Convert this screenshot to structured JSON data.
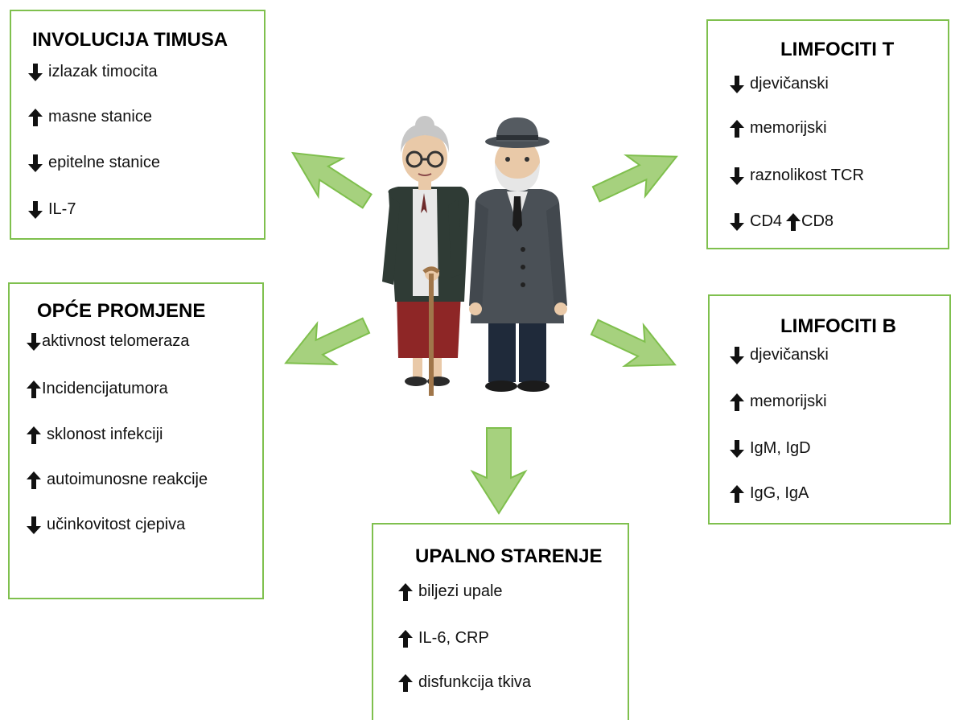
{
  "boxes": {
    "involucija": {
      "title": "INVOLUCIJA TIMUSA",
      "items": [
        {
          "dir": "down",
          "text": "izlazak timocita"
        },
        {
          "dir": "up",
          "text": "masne stanice"
        },
        {
          "dir": "down",
          "text": "epitelne stanice"
        },
        {
          "dir": "down",
          "text": "IL-7"
        }
      ]
    },
    "limfociti_t": {
      "title": "LIMFOCITI T",
      "items": [
        {
          "dir": "down",
          "text": "djevičanski"
        },
        {
          "dir": "up",
          "text": "memorijski"
        },
        {
          "dir": "down",
          "text": "raznolikost TCR"
        }
      ],
      "last_item": {
        "dir1": "down",
        "text1": "CD4",
        "dir2": "up",
        "text2": "CD8"
      }
    },
    "opce": {
      "title": "OPĆE PROMJENE",
      "items": [
        {
          "dir": "down",
          "text": "aktivnost telomeraza"
        },
        {
          "dir": "up",
          "text": "Incidencijatumora"
        },
        {
          "dir": "up",
          "text": "sklonost infekciji"
        },
        {
          "dir": "up",
          "text": "autoimunosne reakcije"
        },
        {
          "dir": "down",
          "text": "učinkovitost cjepiva"
        }
      ]
    },
    "limfociti_b": {
      "title": "LIMFOCITI B",
      "items": [
        {
          "dir": "down",
          "text": "djevičanski"
        },
        {
          "dir": "up",
          "text": "memorijski"
        },
        {
          "dir": "down",
          "text": "IgM, IgD"
        },
        {
          "dir": "up",
          "text": "IgG, IgA"
        }
      ]
    },
    "upalno": {
      "title": "UPALNO STARENJE",
      "items": [
        {
          "dir": "up",
          "text": "biljezi upale"
        },
        {
          "dir": "up",
          "text": "IL-6, CRP"
        },
        {
          "dir": "up",
          "text": "disfunkcija tkiva"
        }
      ]
    }
  },
  "colors": {
    "box_border": "#7fc04e",
    "arrow_fill": "#a6d17e",
    "arrow_stroke": "#7fbf4d",
    "text": "#111111"
  },
  "illustration": "elderly-couple-illustration"
}
